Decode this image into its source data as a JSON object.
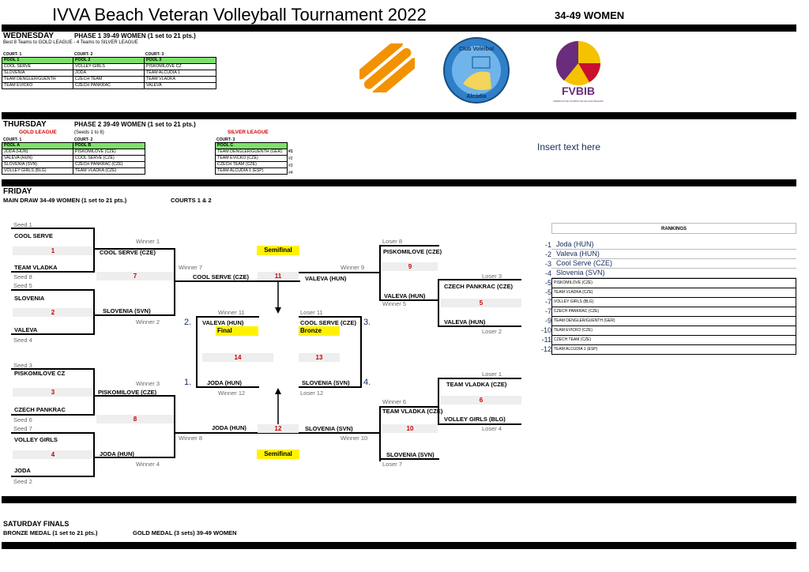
{
  "header": {
    "title": "IVVA Beach Veteran Volleyball Tournament 2022",
    "category": "34-49 WOMEN"
  },
  "wednesday": {
    "day": "WEDNESDAY",
    "phase": "PHASE 1    39-49 WOMEN  (1 set to 21 pts.)",
    "note": "Best 8 Teams to GOLD LEAGUE - 4 Teams to SILVER LEAGUE",
    "courts": [
      "COURT- 1",
      "COURT- 2",
      "COURT- 3"
    ],
    "pools": [
      {
        "name": "POOL 1",
        "teams": [
          "COOL SERVE",
          "SLOVENIA",
          "TEAM DENGLER/GUENTH",
          "TEAM EVICKO"
        ]
      },
      {
        "name": "POOL 2",
        "teams": [
          "VOLLEY GIRLS",
          "JODA",
          "CZECH TEAM",
          "CZECH PANKRAC"
        ]
      },
      {
        "name": "POOL 3",
        "teams": [
          "PISKOMILOVE CZ",
          "TEAM ALCUDIA 1",
          "TEAM VLADKA",
          "VALEVA"
        ]
      }
    ]
  },
  "logos": {
    "club": "Club Voleibol",
    "club_city": "Alcúdia",
    "fvbib": "FVBIB",
    "fvbib_sub": "FEDERACIÓ DE VOLEIBOL DE LES ILLES BALEARS"
  },
  "thursday": {
    "day": "THURSDAY",
    "phase": "PHASE 2    39-49 WOMEN  (1 set to 21 pts.)",
    "gold": "GOLD LEAGUE",
    "seeds": "(Seeds 1 to 8)",
    "silver": "SILVER LEAGUE",
    "courts": [
      "COURT- 1",
      "COURT- 2",
      "COURT- 3"
    ],
    "poolA": {
      "name": "POOL A",
      "teams": [
        "JODA (HUN)",
        "VALEVA (HUN)",
        "SLOVENIA (SVN)",
        "VOLLEY GIRLS (BLG)"
      ]
    },
    "poolB": {
      "name": "POOL B",
      "teams": [
        "PISKOMILOVE (CZE)",
        "COOL SERVE (CZE)",
        "CZECH PANKRAC (CZE)",
        "TEAM VLADKA (CZE)"
      ]
    },
    "poolC": {
      "name": "POOL C",
      "teams": [
        "TEAM DENGLER/GUENTH (GER)",
        "TEAM EVICKO (CZE)",
        "CZECH TEAM (CZE)",
        "TEAM ALCUDIA 1 (ESP)"
      ],
      "ranks": [
        "#1",
        "#2",
        "#3",
        "#4"
      ]
    },
    "insert": "Insert text here"
  },
  "friday": {
    "day": "FRIDAY",
    "draw": "MAIN DRAW  34-49 WOMEN  (1 set to 21 pts.)",
    "courts": "COURTS 1 & 2",
    "left": {
      "seed1": "Seed 1",
      "t1": "COOL SERVE",
      "n1": "1",
      "t8": "TEAM VLADKA",
      "seed8": "Seed 8",
      "seed5": "Seed 5",
      "t5": "SLOVENIA",
      "n2": "2",
      "t4": "VALEVA",
      "seed4": "Seed 4",
      "seed3": "Seed 3",
      "t3": "PISKOMILOVE CZ",
      "n3": "3",
      "t6": "CZECH PANKRAC",
      "seed6": "Seed 6",
      "seed7": "Seed 7",
      "t7": "VOLLEY GIRLS",
      "n4": "4",
      "t2": "JODA",
      "seed2": "Seed 2",
      "w1": "Winner 1",
      "r1": "COOL SERVE (CZE)",
      "n7": "7",
      "w7": "Winner 7",
      "r2": "SLOVENIA (SVN)",
      "w2": "Winner 2",
      "w3": "Winner 3",
      "r3": "PISKOMILOVE (CZE)",
      "n8": "8",
      "r4": "JODA (HUN)",
      "w4": "Winner 4",
      "w8": "Winner 8",
      "sf1": "COOL SERVE (CZE)",
      "n11": "11",
      "sf2": "JODA (HUN)",
      "n12": "12"
    },
    "right": {
      "l8": "Loser 8",
      "r1": "PISKOMILOVE (CZE)",
      "n9": "9",
      "w9": "Winner 9",
      "sf1": "VALEVA (HUN)",
      "r2": "VALEVA (HUN)",
      "w5": "Winner 5",
      "l3": "Loser 3",
      "q1": "CZECH PANKRAC (CZE)",
      "n5": "5",
      "q2": "VALEVA (HUN)",
      "l2": "Loser 2",
      "l1": "Loser 1",
      "q3": "TEAM VLADKA (CZE)",
      "n6": "6",
      "q4": "VOLLEY GIRLS (BLG)",
      "l4": "Loser 4",
      "w6": "Winner 6",
      "r3": "TEAM VLADKA (CZE)",
      "n10": "10",
      "r4": "SLOVENIA (SVN)",
      "l7": "Loser 7",
      "w10": "Winner 10",
      "sf2": "SLOVENIA (SVN)"
    },
    "center": {
      "semi": "Semifinal",
      "w11": "Winner 11",
      "l11": "Loser 11",
      "fa": "VALEVA (HUN)",
      "fb": "JODA (HUN)",
      "final": "Final",
      "n14": "14",
      "w12": "Winner 12",
      "ba": "COOL SERVE (CZE)",
      "bb": "SLOVENIA (SVN)",
      "bronze": "Bronze",
      "n13": "13",
      "l12": "Loser 12",
      "p1": "1.",
      "p2": "2.",
      "p3": "3.",
      "p4": "4."
    }
  },
  "rankings": {
    "title": "RANKINGS",
    "top": [
      {
        "r": "-1",
        "t": "Joda (HUN)"
      },
      {
        "r": "-2",
        "t": "Valeva (HUN)"
      },
      {
        "r": "-3",
        "t": "Cool Serve (CZE)"
      },
      {
        "r": "-4",
        "t": "Slovenia (SVN)"
      }
    ],
    "rest": [
      {
        "r": "-5",
        "t": "PISKOMILOVE (CZE)"
      },
      {
        "r": "-5",
        "t": "TEAM VLADKA (CZE)"
      },
      {
        "r": "-7",
        "t": "VOLLEY GIRLS (BLG)"
      },
      {
        "r": "-7",
        "t": "CZECH PANKRAC (CZE)"
      },
      {
        "r": "-9",
        "t": "TEAM DENGLER/GUENTH (GER)"
      },
      {
        "r": "-10",
        "t": "TEAM EVICKO (CZE)"
      },
      {
        "r": "-11",
        "t": "CZECH TEAM (CZE)"
      },
      {
        "r": "-12",
        "t": "TEAM ALCUDIA 1 (ESP)"
      }
    ]
  },
  "saturday": {
    "day": "SATURDAY FINALS",
    "bronze": "BRONZE MEDAL   (1 set to 21 pts.)",
    "gold": "GOLD MEDAL (3 sets)    39-49 WOMEN"
  }
}
